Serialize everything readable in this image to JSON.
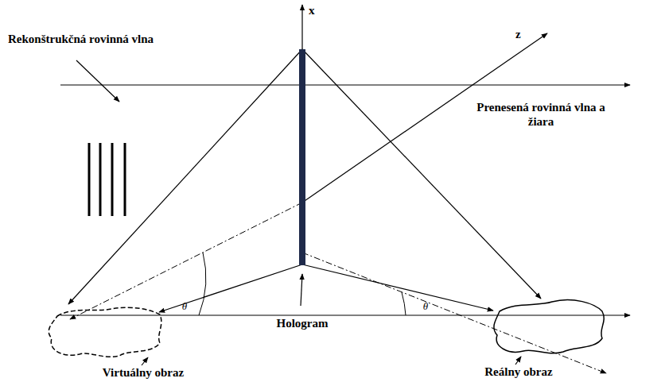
{
  "diagram": {
    "labels": [
      "Rekonštrukčná rovinná vlna",
      "x",
      "z",
      "Prenesená rovinná vlna a žiara",
      "θ",
      "θ",
      "Hologram",
      "Virtuálny obraz",
      "Reálny obraz"
    ]
  }
}
